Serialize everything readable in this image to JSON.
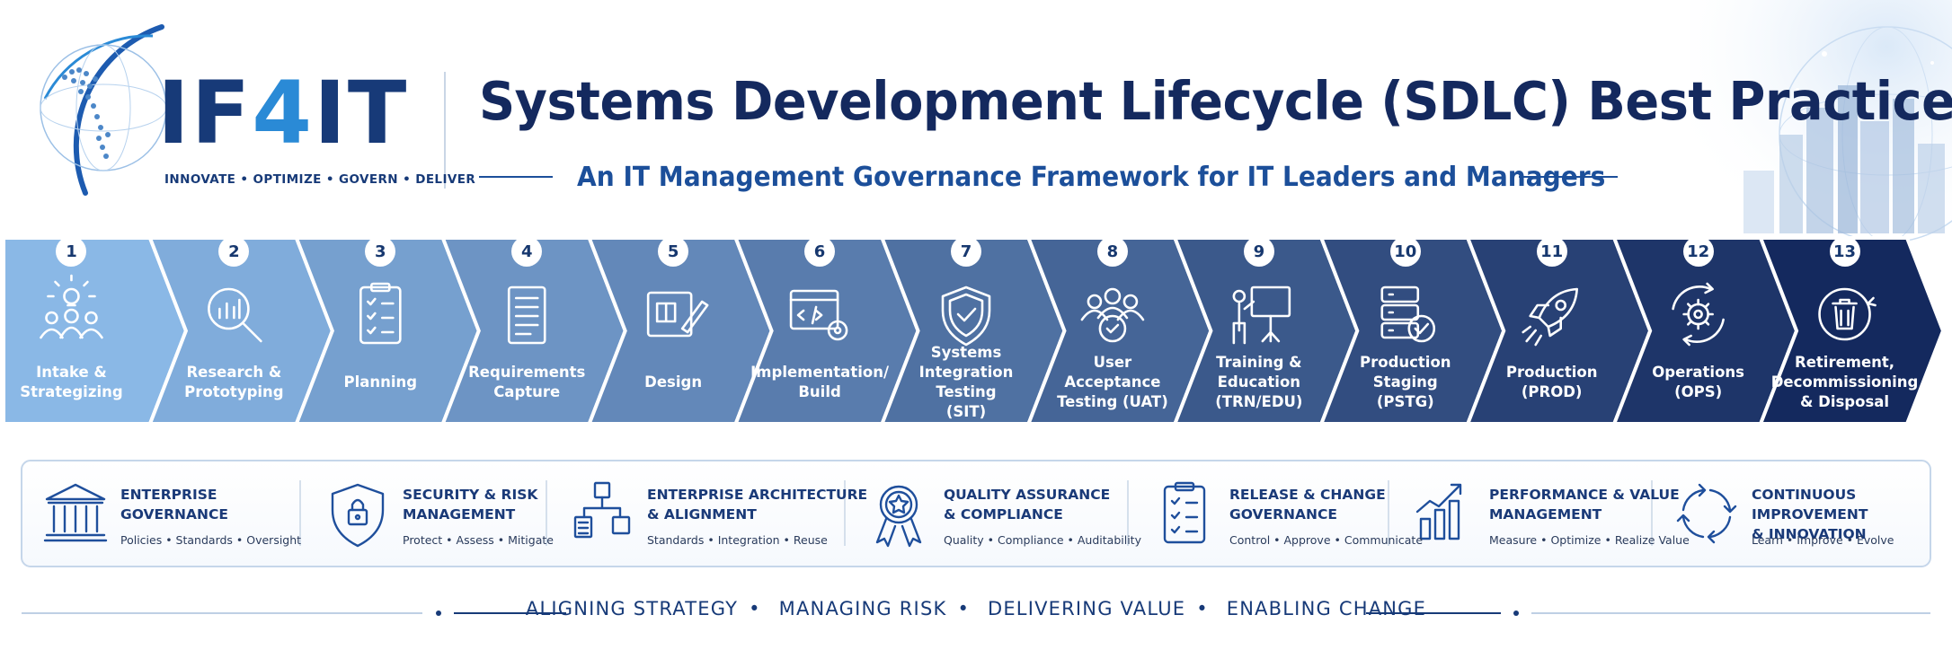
{
  "colors": {
    "navy": "#14295e",
    "blue": "#1c4f9a",
    "accent": "#2a8ad6",
    "arrow_light": "#8ab8e6",
    "arrow_dark": "#14295e"
  },
  "logo": {
    "prefix": "IF",
    "digit": "4",
    "suffix": "IT",
    "tagline": "INNOVATE • OPTIMIZE • GOVERN • DELIVER",
    "icon": "globe-icon"
  },
  "header": {
    "title": "Systems Development Lifecycle (SDLC) Best Practices",
    "subtitle": "An IT Management Governance Framework for IT Leaders and Managers"
  },
  "steps": [
    {
      "number": "1",
      "label": "Intake &\nStrategizing",
      "icon": "lightbulb-team-icon"
    },
    {
      "number": "2",
      "label": "Research &\nPrototyping",
      "icon": "magnifier-chart-icon"
    },
    {
      "number": "3",
      "label": "Planning",
      "icon": "clipboard-checklist-icon"
    },
    {
      "number": "4",
      "label": "Requirements\nCapture",
      "icon": "document-icon"
    },
    {
      "number": "5",
      "label": "Design",
      "icon": "blueprint-pencil-icon"
    },
    {
      "number": "6",
      "label": "Implementation/\nBuild",
      "icon": "code-gear-icon"
    },
    {
      "number": "7",
      "label": "Systems\nIntegration Testing\n(SIT)",
      "icon": "shield-check-icon"
    },
    {
      "number": "8",
      "label": "User Acceptance\nTesting (UAT)",
      "icon": "users-check-icon"
    },
    {
      "number": "9",
      "label": "Training &\nEducation\n(TRN/EDU)",
      "icon": "presenter-board-icon"
    },
    {
      "number": "10",
      "label": "Production\nStaging\n(PSTG)",
      "icon": "server-check-icon"
    },
    {
      "number": "11",
      "label": "Production\n(PROD)",
      "icon": "rocket-icon"
    },
    {
      "number": "12",
      "label": "Operations\n(OPS)",
      "icon": "gear-cycle-icon"
    },
    {
      "number": "13",
      "label": "Retirement,\nDecommissioning\n& Disposal",
      "icon": "trash-icon"
    }
  ],
  "pillars": [
    {
      "title": "ENTERPRISE\nGOVERNANCE",
      "subtitle": "Policies • Standards • Oversight",
      "icon": "institution-icon"
    },
    {
      "title": "SECURITY & RISK\nMANAGEMENT",
      "subtitle": "Protect • Assess • Mitigate",
      "icon": "shield-lock-icon"
    },
    {
      "title": "ENTERPRISE ARCHITECTURE\n& ALIGNMENT",
      "subtitle": "Standards • Integration • Reuse",
      "icon": "hierarchy-icon"
    },
    {
      "title": "QUALITY ASSURANCE\n& COMPLIANCE",
      "subtitle": "Quality • Compliance • Auditability",
      "icon": "award-ribbon-icon"
    },
    {
      "title": "RELEASE & CHANGE\nGOVERNANCE",
      "subtitle": "Control • Approve • Communicate",
      "icon": "clipboard-checklist-icon"
    },
    {
      "title": "PERFORMANCE & VALUE\nMANAGEMENT",
      "subtitle": "Measure • Optimize • Realize Value",
      "icon": "growth-chart-icon"
    },
    {
      "title": "CONTINUOUS IMPROVEMENT\n& INNOVATION",
      "subtitle": "Learn • Improve • Evolve",
      "icon": "refresh-cycle-icon"
    }
  ],
  "footer": [
    "ALIGNING STRATEGY",
    "MANAGING RISK",
    "DELIVERING VALUE",
    "ENABLING CHANGE"
  ]
}
